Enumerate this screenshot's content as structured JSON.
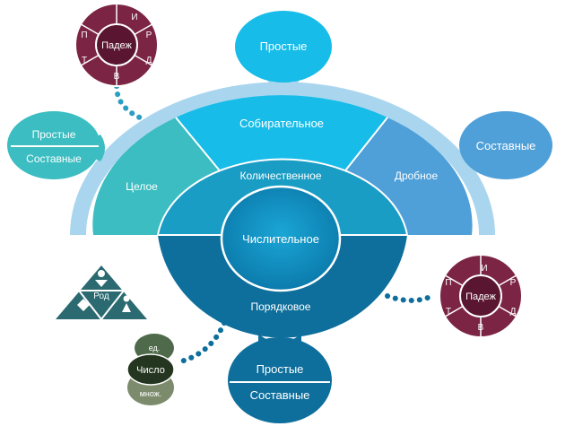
{
  "center": {
    "label": "Числительное"
  },
  "rings": {
    "quantitative": "Количественное",
    "ordinal": "Порядковое"
  },
  "segments": {
    "whole": "Целое",
    "collective": "Собирательное",
    "fractional": "Дробное"
  },
  "top_bubble": {
    "label": "Простые"
  },
  "left_bubble": {
    "top": "Простые",
    "bottom": "Составные"
  },
  "right_bubble": {
    "label": "Составные"
  },
  "bottom_bubble": {
    "top": "Простые",
    "bottom": "Составные"
  },
  "case_wheel_top": {
    "center": "Падеж",
    "letters": [
      "И",
      "Р",
      "Д",
      "В",
      "Т",
      "П"
    ]
  },
  "case_wheel_right": {
    "center": "Падеж",
    "letters": [
      "И",
      "Р",
      "Д",
      "В",
      "Т",
      "П"
    ]
  },
  "gender_triangle": {
    "label": "Род"
  },
  "number_stack": {
    "top": "ед.",
    "middle": "Число",
    "bottom": "множ."
  },
  "colors": {
    "outer_arc": "#a9d6ee",
    "whole": "#3bbdc1",
    "collective": "#17bce9",
    "fractional": "#4f9fd8",
    "quantitative": "#1a9dc4",
    "ordinal": "#0e6f9c",
    "center": "#0e8cbc",
    "case_wheel": "#7b2443",
    "triangle": "#2a6a70",
    "number": "#3b5b3e"
  },
  "icons": {
    "triangle_top": "female-figure-icon",
    "triangle_left": "diamond-icon",
    "triangle_right": "bell-figure-icon"
  }
}
